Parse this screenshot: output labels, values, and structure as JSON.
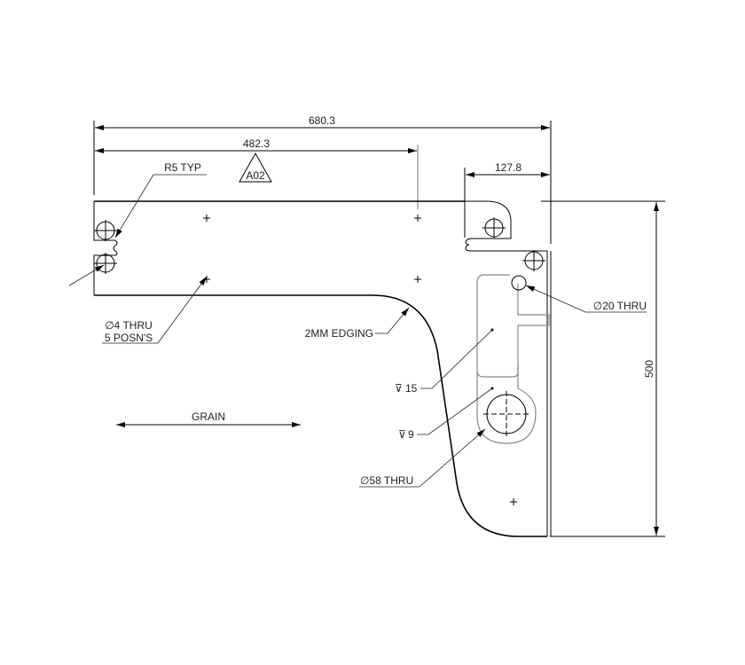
{
  "drawing": {
    "type": "technical-drawing",
    "dimensions": {
      "overall_width": "680.3",
      "inner_width": "482.3",
      "right_return": "127.8",
      "height": "500"
    },
    "revision_marker": "A02",
    "annotations": {
      "radius": "R5 TYP",
      "small_holes_line1": "∅4 THRU",
      "small_holes_line2": "5 POSN'S",
      "edging": "2MM EDGING",
      "hole20": "∅20 THRU",
      "depth15": "15",
      "depth9": "9",
      "hole58": "∅58 THRU",
      "grain": "GRAIN"
    },
    "colors": {
      "line": "#000000",
      "text": "#222222",
      "secondary_line": "#888888"
    }
  }
}
